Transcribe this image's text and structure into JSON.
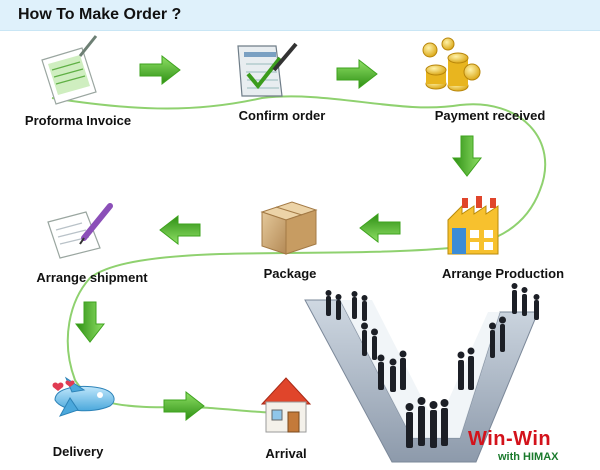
{
  "header": {
    "title": "How To Make Order ?"
  },
  "steps": [
    {
      "label": "Proforma Invoice",
      "icon": "document-icon"
    },
    {
      "label": "Confirm order",
      "icon": "checklist-pen-icon"
    },
    {
      "label": "Payment received",
      "icon": "gold-coins-icon"
    },
    {
      "label": "Arrange Production",
      "icon": "factory-icon"
    },
    {
      "label": "Package",
      "icon": "cardboard-box-icon"
    },
    {
      "label": "Arrange shipment",
      "icon": "document-pen-icon"
    },
    {
      "label": "Delivery",
      "icon": "airplane-icon"
    },
    {
      "label": "Arrival",
      "icon": "house-icon"
    }
  ],
  "badge": {
    "title": "Win-Win",
    "subtitle": "with HIMAX"
  },
  "colors": {
    "arrow": "#3ea31e",
    "flow_line": "#8fd16f",
    "header_bg": "#dff1fb",
    "badge_red": "#d3121b",
    "badge_green": "#1a7a2c"
  }
}
